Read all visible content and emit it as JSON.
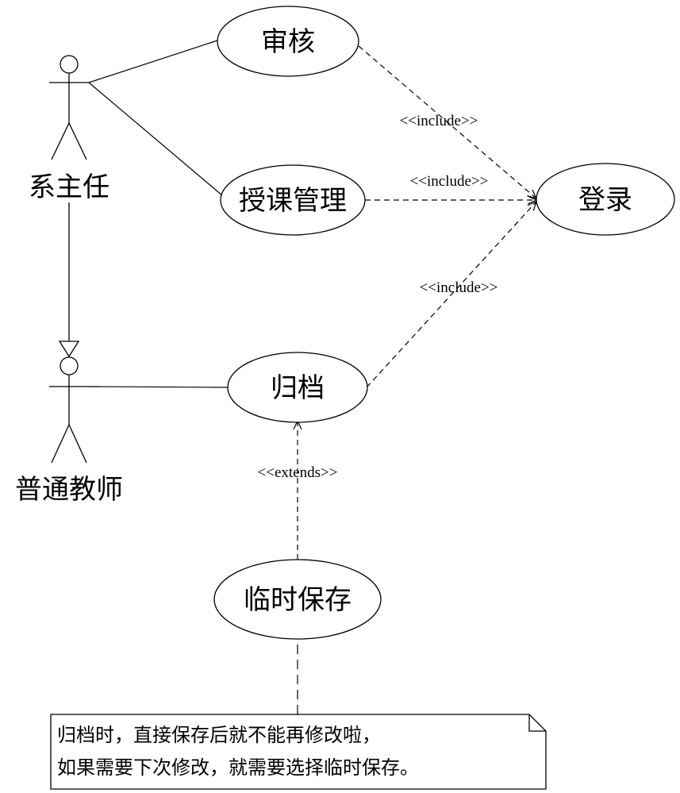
{
  "actors": {
    "department_head": "系主任",
    "teacher": "普通教师"
  },
  "use_cases": {
    "review": "审核",
    "course_management": "授课管理",
    "login": "登录",
    "archive": "归档",
    "temp_save": "临时保存"
  },
  "relations": {
    "review_include": "<<include>>",
    "course_include": "<<include>>",
    "archive_include": "<<include>>",
    "temp_save_extends": "<<extends>>"
  },
  "note": {
    "line1": "归档时，直接保存后就不能再修改啦，",
    "line2": "如果需要下次修改，就需要选择临时保存。"
  }
}
